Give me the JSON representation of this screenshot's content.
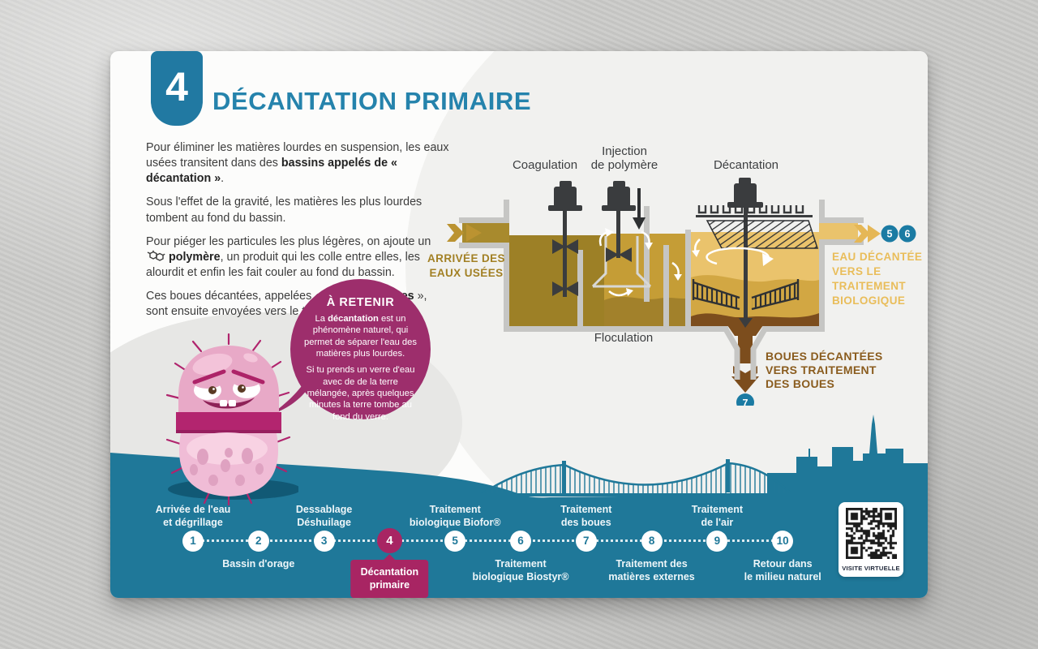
{
  "page": {
    "step_number": "4",
    "title": "DÉCANTATION PRIMAIRE"
  },
  "colors": {
    "teal": "#1F7899",
    "magenta": "#A82563",
    "bubble_magenta": "#9D2E6C",
    "gold": "#E9BD5A",
    "olive_gold": "#A28024",
    "brown": "#8A5C1E"
  },
  "intro_paragraphs": [
    [
      {
        "text": "Pour éliminer les matières lourdes en suspension, les eaux usées transitent dans des "
      },
      {
        "text": "bassins appelés de « décantation »",
        "bold": true
      },
      {
        "text": "."
      }
    ],
    [
      {
        "text": "Sous l'effet de la gravité, les matières les plus lourdes tombent au fond du bassin."
      }
    ],
    [
      {
        "text": "Pour piéger les particules les plus légères, on ajoute un "
      },
      {
        "icon": "molecule"
      },
      {
        "text": " "
      },
      {
        "text": "polymère",
        "bold": true
      },
      {
        "text": ", un produit qui les colle entre elles, les alourdit et enfin les fait couler au fond du bassin."
      }
    ],
    [
      {
        "text": "Ces boues décantées, appelées « "
      },
      {
        "text": "boues primaires",
        "bold": true
      },
      {
        "text": " », sont ensuite envoyées vers le traitement des boues."
      }
    ]
  ],
  "callout": {
    "title": "À RETENIR",
    "paragraphs": [
      [
        {
          "text": "La "
        },
        {
          "text": "décantation",
          "bold": true
        },
        {
          "text": " est un phénomène naturel, qui permet de séparer l'eau des matières plus lourdes."
        }
      ],
      [
        {
          "text": "Si tu prends un verre d'eau avec de de la terre mélangée, après quelques minutes la terre tombe au fond du verre."
        }
      ]
    ]
  },
  "diagram": {
    "labels": {
      "coagulation": "Coagulation",
      "injection_line1": "Injection",
      "injection_line2": "de polymère",
      "decantation": "Décantation",
      "floculation": "Floculation"
    },
    "inlet": {
      "line1": "ARRIVÉE DES",
      "line2": "EAUX USÉES"
    },
    "outlet": {
      "lines": [
        "EAU DÉCANTÉE",
        "VERS LE",
        "TRAITEMENT",
        "BIOLOGIQUE"
      ],
      "badges": [
        "5",
        "6"
      ]
    },
    "sludge": {
      "lines": [
        "BOUES DÉCANTÉES",
        "VERS TRAITEMENT",
        "DES BOUES"
      ],
      "badge": "7"
    }
  },
  "timeline": {
    "steps": [
      {
        "num": "1",
        "lines": [
          "Arrivée de l'eau",
          "et dégrillage"
        ],
        "position": "above",
        "active": false
      },
      {
        "num": "2",
        "lines": [
          "Bassin d'orage"
        ],
        "position": "below",
        "active": false
      },
      {
        "num": "3",
        "lines": [
          "Dessablage",
          "Déshuilage"
        ],
        "position": "above",
        "active": false
      },
      {
        "num": "4",
        "lines": [
          "Décantation",
          "primaire"
        ],
        "position": "below",
        "active": true
      },
      {
        "num": "5",
        "lines": [
          "Traitement",
          "biologique Biofor®"
        ],
        "position": "above",
        "active": false
      },
      {
        "num": "6",
        "lines": [
          "Traitement",
          "biologique Biostyr®"
        ],
        "position": "below",
        "active": false
      },
      {
        "num": "7",
        "lines": [
          "Traitement",
          "des boues"
        ],
        "position": "above",
        "active": false
      },
      {
        "num": "8",
        "lines": [
          "Traitement des",
          "matières externes"
        ],
        "position": "below",
        "active": false
      },
      {
        "num": "9",
        "lines": [
          "Traitement",
          "de l'air"
        ],
        "position": "above",
        "active": false
      },
      {
        "num": "10",
        "lines": [
          "Retour dans",
          "le milieu naturel"
        ],
        "position": "below",
        "active": false
      }
    ]
  },
  "qr": {
    "label": "VISITE VIRTUELLE"
  }
}
